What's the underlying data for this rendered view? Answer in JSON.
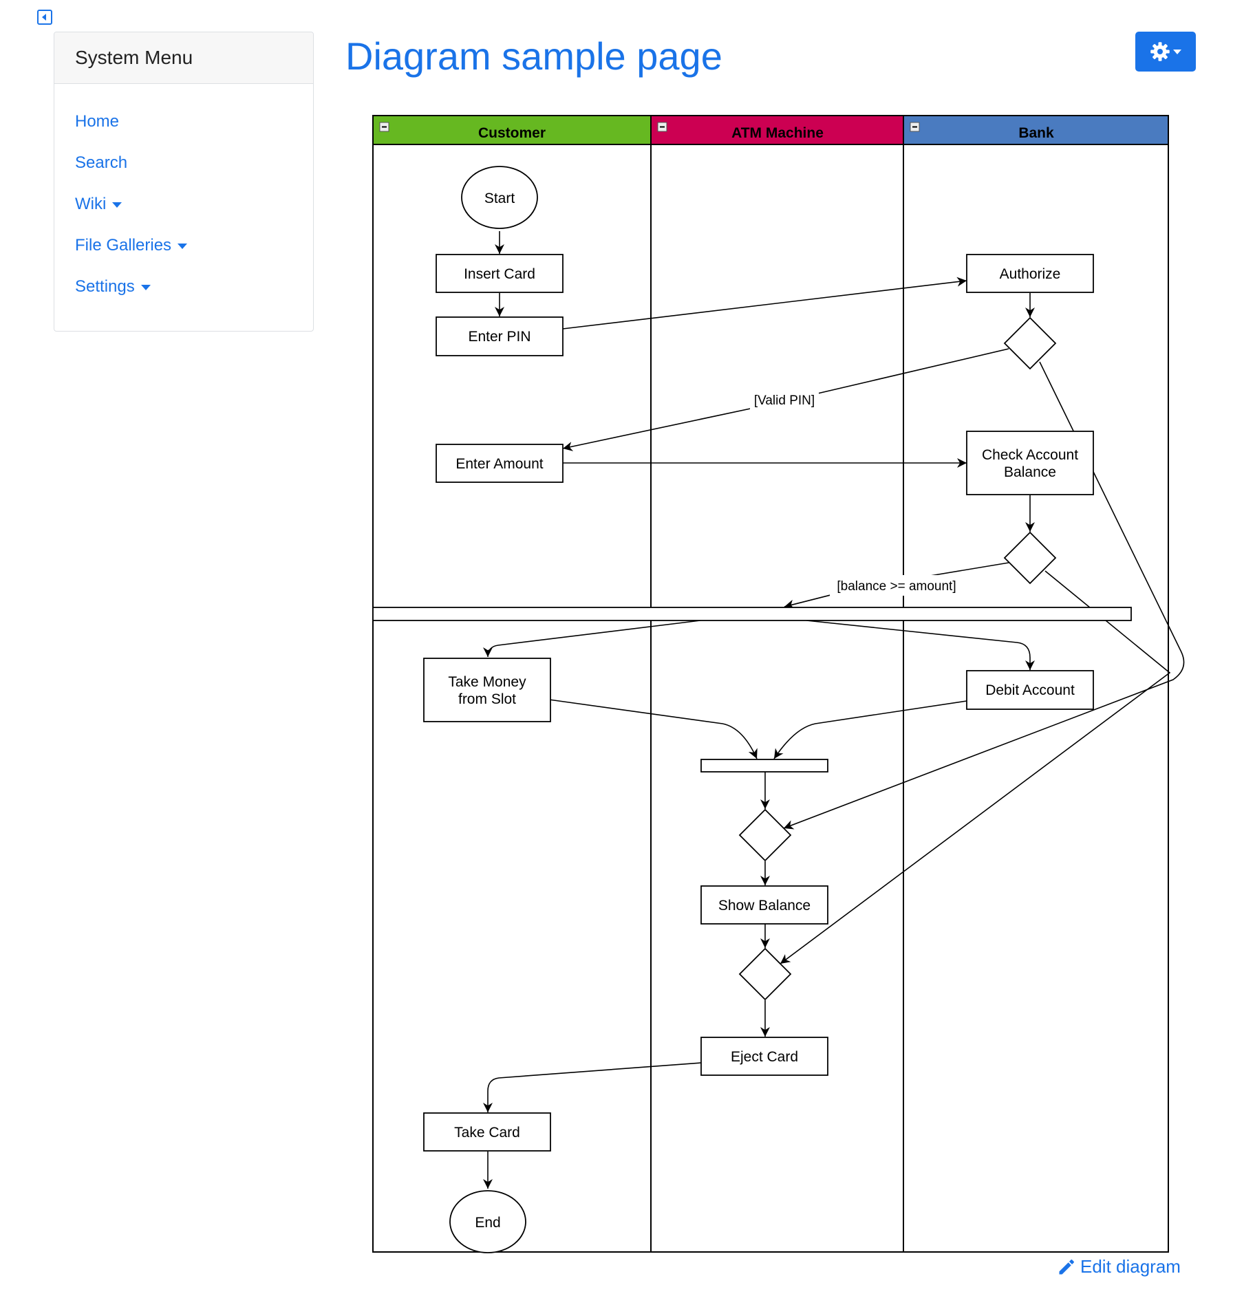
{
  "sidebar": {
    "title": "System Menu",
    "items": [
      {
        "label": "Home",
        "dropdown": false
      },
      {
        "label": "Search",
        "dropdown": false
      },
      {
        "label": "Wiki",
        "dropdown": true
      },
      {
        "label": "File Galleries",
        "dropdown": true
      },
      {
        "label": "Settings",
        "dropdown": true
      }
    ]
  },
  "page": {
    "title": "Diagram sample page",
    "edit_label": "Edit diagram"
  },
  "icons": {
    "collapse": "collapse-sidebar-icon",
    "settings": "gear-icon",
    "edit": "pencil-icon"
  },
  "colors": {
    "link": "#1a73e8",
    "customer_lane": "#66b821",
    "atm_lane": "#cc0052",
    "bank_lane": "#4a7bc0"
  },
  "diagram": {
    "lanes": [
      {
        "id": "customer",
        "label": "Customer"
      },
      {
        "id": "atm",
        "label": "ATM Machine"
      },
      {
        "id": "bank",
        "label": "Bank"
      }
    ],
    "nodes": {
      "start": "Start",
      "insert_card": "Insert Card",
      "enter_pin": "Enter PIN",
      "authorize": "Authorize",
      "enter_amount": "Enter Amount",
      "check_balance_1": "Check Account",
      "check_balance_2": "Balance",
      "take_money_1": "Take Money",
      "take_money_2": "from Slot",
      "debit_account": "Debit Account",
      "show_balance": "Show Balance",
      "eject_card": "Eject Card",
      "take_card": "Take Card",
      "end": "End"
    },
    "edge_labels": {
      "valid_pin": "[Valid PIN]",
      "balance_ok": "[balance >= amount]"
    }
  }
}
